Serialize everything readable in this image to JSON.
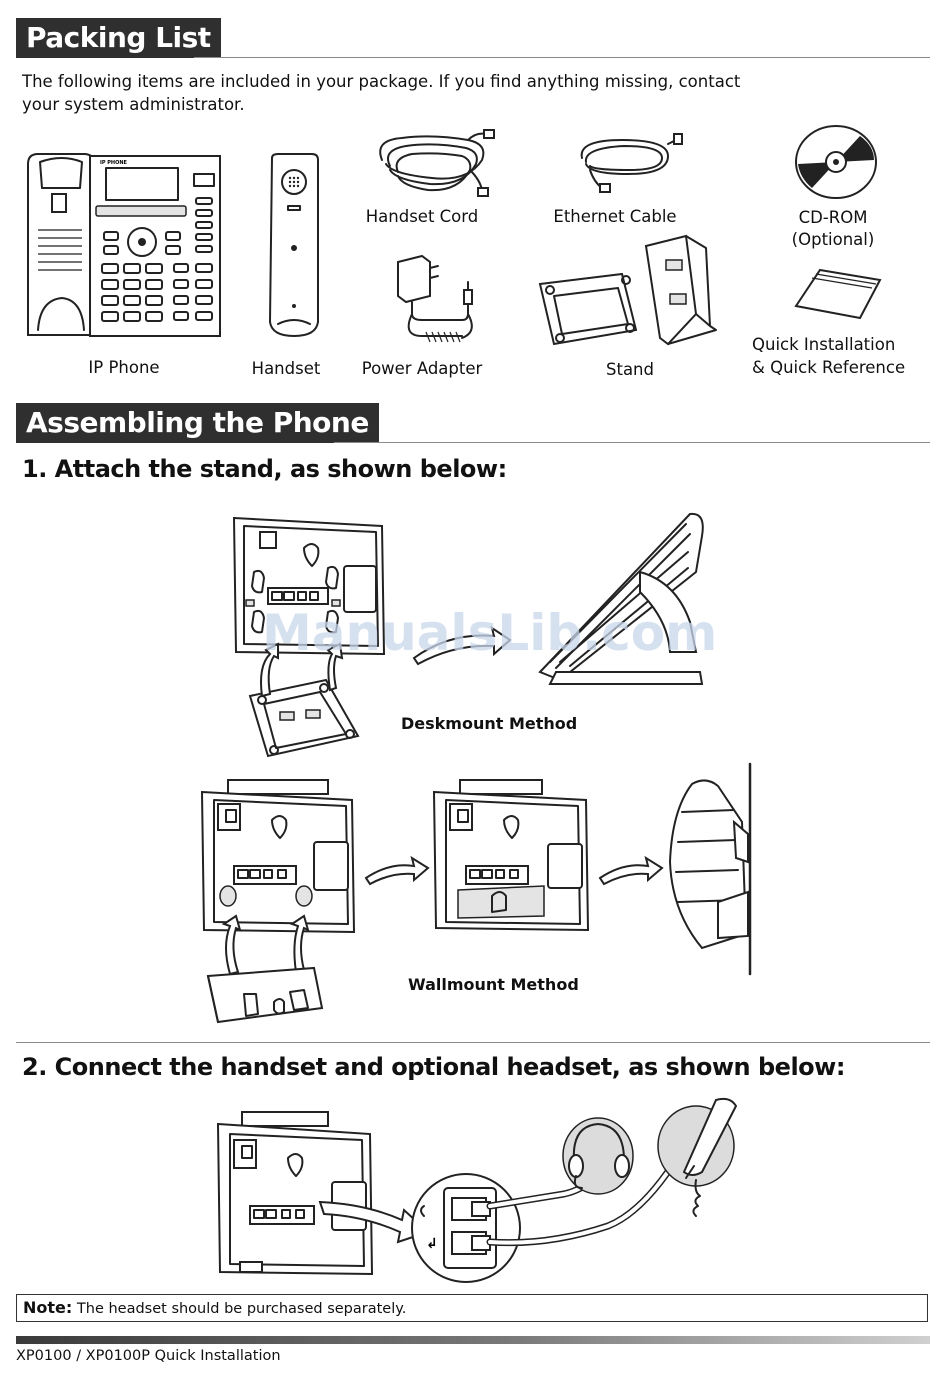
{
  "packing": {
    "title": "Packing List",
    "intro": "The following items are included in your package. If you find anything missing, contact your system administrator.",
    "phone_brand": "IP PHONE",
    "items": {
      "ip_phone": "IP Phone",
      "handset": "Handset",
      "handset_cord": "Handset Cord",
      "power_adapter": "Power Adapter",
      "ethernet_cable": "Ethernet Cable",
      "stand": "Stand",
      "cd_rom": "CD-ROM",
      "cd_rom_note": "(Optional)",
      "quick_install_1": "Quick Installation",
      "quick_install_2": "& Quick Reference"
    }
  },
  "assembling": {
    "title": "Assembling the Phone",
    "step1": "1. Attach the stand, as shown below:",
    "deskmount": "Deskmount Method",
    "wallmount": "Wallmount Method",
    "step2": "2. Connect the handset and optional headset, as shown below:"
  },
  "note": {
    "label": "Note:",
    "text": "The headset should be purchased separately."
  },
  "footer": {
    "text": "XP0100 / XP0100P Quick Installation"
  },
  "watermark": "ManualsLib.com"
}
